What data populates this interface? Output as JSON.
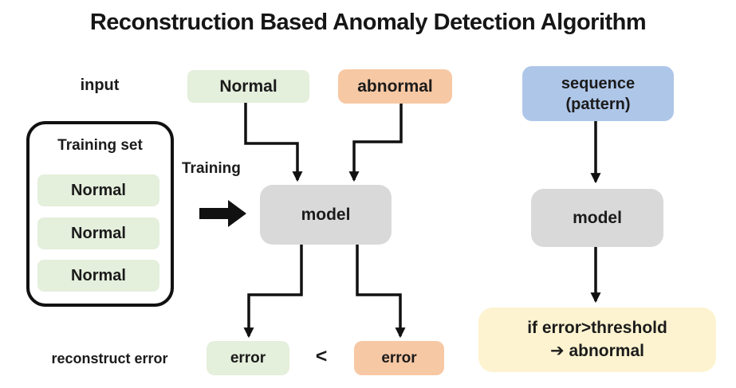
{
  "title": "Reconstruction Based Anomaly Detection Algorithm",
  "colors": {
    "normal_green": "#e4efdc",
    "abnormal_orange": "#f7c8a4",
    "sequence_blue": "#aec6e8",
    "model_gray": "#d9d9d9",
    "result_yellow": "#fdf3d0",
    "line_black": "#111111"
  },
  "left": {
    "input_label": "input",
    "training_set_title": "Training set",
    "training_items": [
      {
        "label": "Normal"
      },
      {
        "label": "Normal"
      },
      {
        "label": "Normal"
      }
    ],
    "training_label": "Training",
    "reconstruct_error_label": "reconstruct error"
  },
  "middle": {
    "normal_label": "Normal",
    "abnormal_label": "abnormal",
    "model_label": "model",
    "error_normal_label": "error",
    "comparison_operator": "<",
    "error_abnormal_label": "error"
  },
  "right": {
    "sequence_line1": "sequence",
    "sequence_line2": "(pattern)",
    "model_label": "model",
    "condition_line1": "if error>threshold",
    "condition_arrow": "➔",
    "condition_line2": "abnormal"
  }
}
